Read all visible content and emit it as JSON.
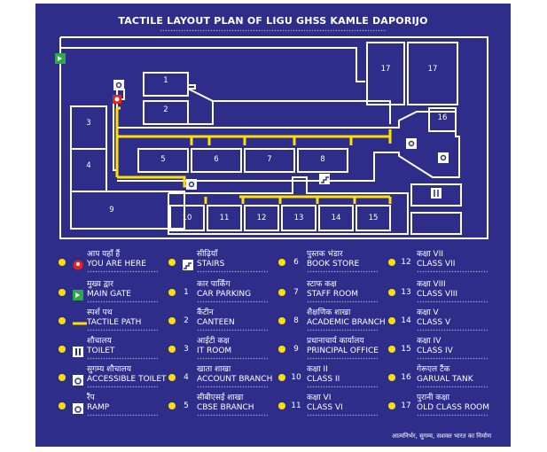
{
  "title": "TACTILE LAYOUT PLAN OF LIGU GHSS KAMLE DAPORIJO",
  "colors": {
    "board": "#2e2e8a",
    "line": "#ffffff",
    "path": "#ffe000",
    "pin": "#e5231b",
    "gate": "#2ea84a"
  },
  "rooms": [
    "1",
    "2",
    "3",
    "4",
    "5",
    "6",
    "7",
    "8",
    "9",
    "10",
    "11",
    "12",
    "13",
    "14",
    "15",
    "16",
    "17",
    "17"
  ],
  "legend_left": [
    {
      "icon": "pin-icon",
      "hi": "आप यहाँ हैं",
      "en": "YOU ARE HERE"
    },
    {
      "icon": "main-gate-icon",
      "hi": "मुख्य द्वार",
      "en": "MAIN GATE"
    },
    {
      "icon": "tactile-path-icon",
      "hi": "स्पर्श पथ",
      "en": "TACTILE PATH"
    },
    {
      "icon": "toilet-icon",
      "hi": "शौचालय",
      "en": "TOILET"
    },
    {
      "icon": "accessible-toilet-icon",
      "hi": "सुगम्य शौचालय",
      "en": "ACCESSIBLE  TOILET"
    },
    {
      "icon": "ramp-icon",
      "hi": "रैंप",
      "en": "RAMP"
    }
  ],
  "legend_mid": [
    {
      "num": "",
      "icon": "stairs-icon",
      "hi": "सीढ़ियाँ",
      "en": "STAIRS"
    },
    {
      "num": "1",
      "hi": "कार पार्किंग",
      "en": "CAR PARKING"
    },
    {
      "num": "2",
      "hi": "कैंटीन",
      "en": "CANTEEN"
    },
    {
      "num": "3",
      "hi": "आईटी कक्ष",
      "en": "IT ROOM"
    },
    {
      "num": "4",
      "hi": "खाता शाखा",
      "en": "ACCOUNT BRANCH"
    },
    {
      "num": "5",
      "hi": "सीबीएसई शाखा",
      "en": "CBSE BRANCH"
    }
  ],
  "legend_right1": [
    {
      "num": "6",
      "hi": "पुस्तक भंडार",
      "en": "BOOK STORE"
    },
    {
      "num": "7",
      "hi": "स्टाफ कक्ष",
      "en": "STAFF ROOM"
    },
    {
      "num": "8",
      "hi": "शैक्षणिक शाखा",
      "en": "ACADEMIC BRANCH"
    },
    {
      "num": "9",
      "hi": "प्रधानाचार्य कार्यालय",
      "en": "PRINCIPAL OFFICE"
    },
    {
      "num": "10",
      "hi": "कक्षा II",
      "en": "CLASS II"
    },
    {
      "num": "11",
      "hi": "कक्षा VI",
      "en": "CLASS VI"
    }
  ],
  "legend_right2": [
    {
      "num": "12",
      "hi": "कक्षा VII",
      "en": "CLASS VII"
    },
    {
      "num": "13",
      "hi": "कक्षा VIII",
      "en": "CLASS VIII"
    },
    {
      "num": "14",
      "hi": "कक्षा V",
      "en": "CLASS V"
    },
    {
      "num": "15",
      "hi": "कक्षा IV",
      "en": "CLASS IV"
    },
    {
      "num": "16",
      "hi": "गेरूएल टैंक",
      "en": "GARUAL TANK"
    },
    {
      "num": "17",
      "hi": "पुरानी कक्षा",
      "en": "OLD CLASS ROOM"
    }
  ],
  "footer": "आत्मनिर्भर, सुगम्य, सशक्त भारत का निर्माण"
}
